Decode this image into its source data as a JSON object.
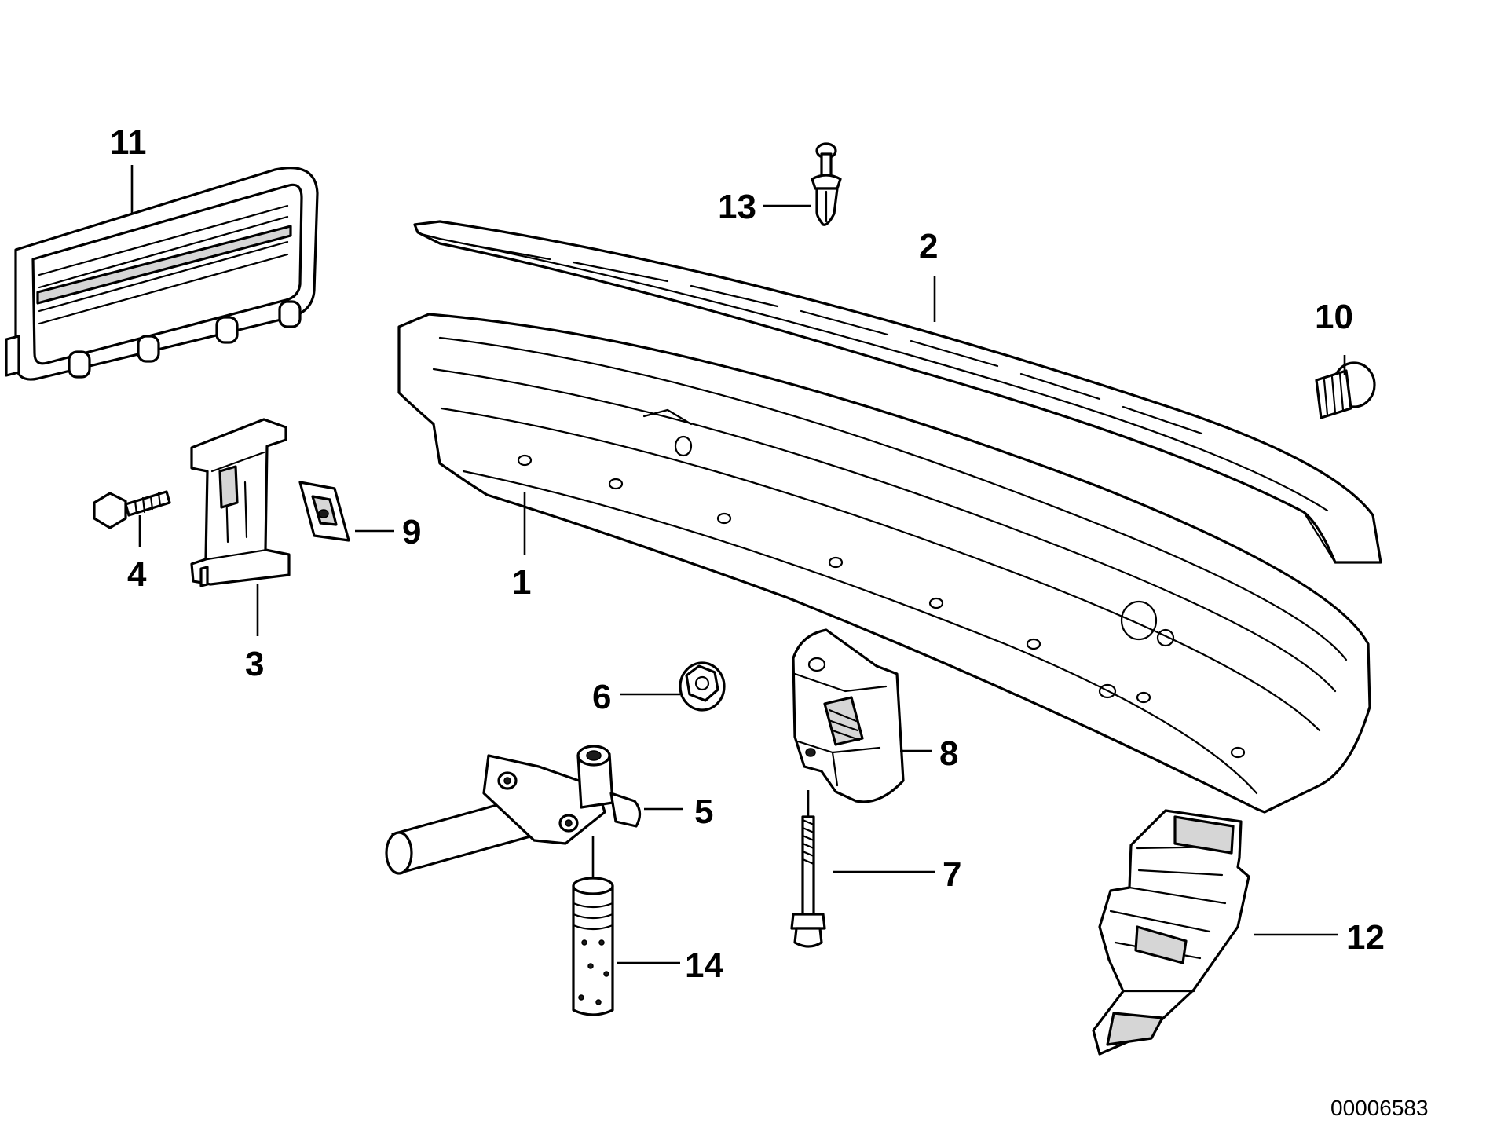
{
  "callouts": {
    "c1": "1",
    "c2": "2",
    "c3": "3",
    "c4": "4",
    "c5": "5",
    "c6": "6",
    "c7": "7",
    "c8": "8",
    "c9": "9",
    "c10": "10",
    "c11": "11",
    "c12": "12",
    "c13": "13",
    "c14": "14"
  },
  "document_number": "00006583"
}
